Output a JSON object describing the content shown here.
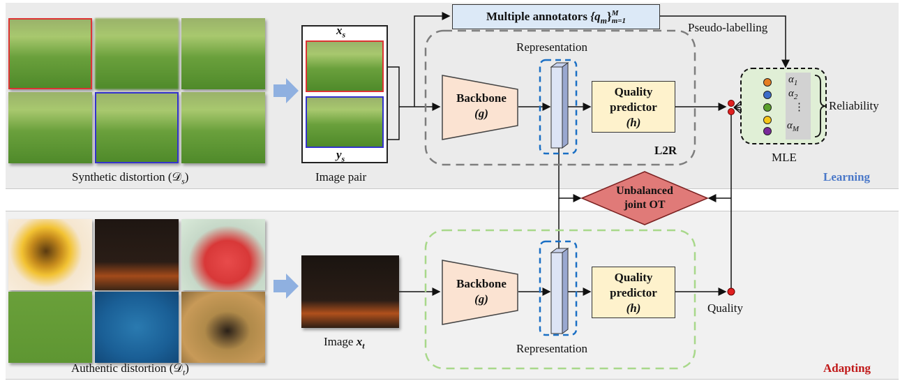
{
  "synthetic_caption": "Synthetic distortion (𝒟",
  "synthetic_sub": "s",
  "authentic_caption": "Authentic distortion (𝒟",
  "authentic_sub": "t",
  "image_pair_caption": "Image pair",
  "x_s": "x",
  "x_s_sub": "s",
  "y_s": "y",
  "y_s_sub": "s",
  "image_xt_prefix": "Image ",
  "image_xt": "x",
  "image_xt_sub": "t",
  "annotators_label": "Multiple annotators ",
  "annotators_math": "{q",
  "annotators_math_sub": "m",
  "annotators_close": "}",
  "annotators_sup": "M",
  "annotators_sub2": "m=1",
  "pseudo_label": "Pseudo-labelling",
  "representation_top": "Representation",
  "representation_bottom": "Representation",
  "backbone_label": "Backbone",
  "backbone_var": "(g)",
  "quality_predictor_label": "Quality predictor",
  "quality_predictor_var": "(h)",
  "l2r_label": "L2R",
  "alphas": [
    "α",
    "α",
    "⋮",
    "α"
  ],
  "alpha_subs": [
    "1",
    "2",
    "",
    "M"
  ],
  "reliability_label": "Reliability",
  "mle_label": "MLE",
  "learning_label": "Learning",
  "adapting_label": "Adapting",
  "ot_label_line1": "Unbalanced",
  "ot_label_line2": "joint OT",
  "quality_label": "Quality",
  "colors": {
    "learning": "#4a78c8",
    "adapting": "#c01818",
    "backbone_fill": "#fbe3d2",
    "predictor_fill": "#fef2cc",
    "ot_fill": "#e07a78",
    "annotator_fill": "#dce9f7",
    "mle_fill": "#e0efd6",
    "l2r_dash": "#7d7d7d",
    "adapt_dash": "#a8d88a",
    "rep_dash": "#1a6fc4",
    "node_red": "#e02020",
    "dot_colors": [
      "#e67e22",
      "#3d6dc8",
      "#5aa02c",
      "#f5c518",
      "#7a2a9a"
    ]
  }
}
